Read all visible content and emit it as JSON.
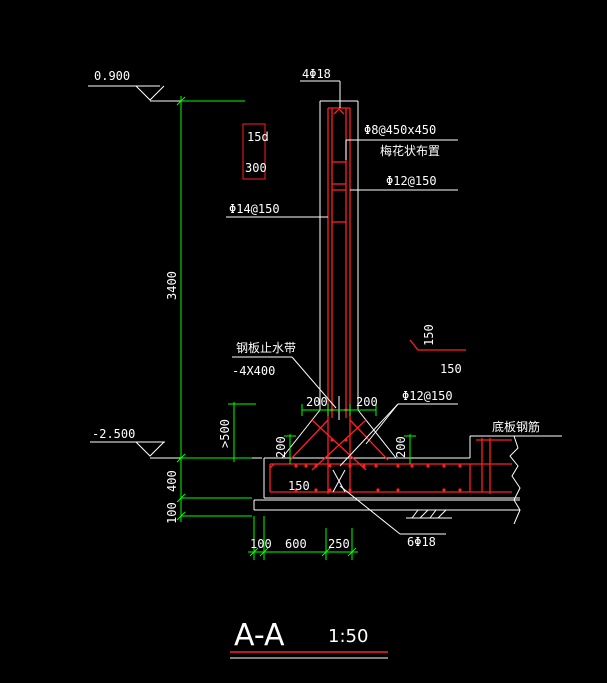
{
  "drawing": {
    "colors": {
      "background": "#000000",
      "concrete": "#ffffff",
      "rebar": "#ff2020",
      "dimension": "#00ff00",
      "text": "#ffffff",
      "rule": "#ff2020"
    },
    "elevations": {
      "top": "0.900",
      "bottom": "-2.500"
    },
    "labels": {
      "top_bars": "4Φ18",
      "tie_bars": "Φ8@450x450",
      "tie_note": "梅花状布置",
      "horizontal_bars": "Φ12@150",
      "vertical_bars": "Φ14@150",
      "anchor_top": "15d",
      "anchor_bottom": "300",
      "waterstop_name": "钢板止水带",
      "waterstop_size": "-4X400",
      "base_bars": "Φ12@150",
      "bottom_bars": "6Φ18",
      "slab_reinforcement": "底板钢筋",
      "hook_vertical": "150",
      "hook_horizontal": "150",
      "base_hook": "150"
    },
    "dimensions": {
      "wall_height": "3400",
      "footing_depth": "400",
      "cushion": "100",
      "haunch_left_width": "200",
      "haunch_right_width": "200",
      "haunch_left_height": "200",
      "haunch_right_height": "200",
      "embed_min": ">500",
      "bottom_1": "100",
      "bottom_2": "600",
      "bottom_3": "250"
    },
    "title": {
      "section": "A-A",
      "scale": "1:50"
    }
  }
}
